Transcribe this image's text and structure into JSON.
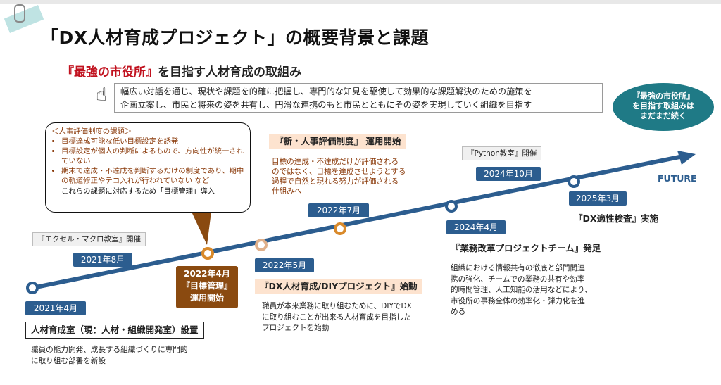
{
  "title": "「DX人材育成プロジェクト」の概要背景と課題",
  "subtitle_red": "『最強の市役所』",
  "subtitle_rest": "を目指す人材育成の取組み",
  "description": [
    "幅広い対話を通じ、現状や課題を的確に把握し、専門的な知見を駆使して効果的な課題解決のための施策を",
    "企画立案し、市民と将来の姿を共有し、円滑な連携のもと市民とともにその姿を実現していく組織を目指す"
  ],
  "bubble": [
    "『最強の市役所』",
    "を目指す取組みは",
    "まだまだ続く"
  ],
  "issues": {
    "heading": "＜人事評価制度の課題＞",
    "items": [
      "目標達成可能な低い目標設定を誘発",
      "目標設定が個人の判断によるもので、方向性が統一されていない",
      "期末で達成・不達成を判断するだけの制度であり、期中の軌道修正やテコ入れが行われていない など"
    ],
    "footer1": "これらの課題に対応するため「目標管理」導入"
  },
  "future_label": "FUTURE",
  "milestones": {
    "m2021_4": {
      "date": "2021年4月",
      "title": "人材育成室（現：人材・組織開発室）設置",
      "desc": [
        "職員の能力開発、成長する組織づくりに専門的",
        "に取り組む部署を新設"
      ]
    },
    "m2021_8": {
      "date": "2021年8月",
      "note": "『エクセル・マクロ教室』開催"
    },
    "m2022_4": {
      "date": "2022年4月",
      "title1": "『目標管理』",
      "title2": "運用開始"
    },
    "m2022_5": {
      "date": "2022年5月",
      "title": "『DX人材育成/DIYプロジェクト』始動",
      "desc": [
        "職員が本来業務に取り組むために、DIYでDX",
        "に取り組むことが出来る人材育成を目指した",
        "プロジェクトを始動"
      ]
    },
    "m2022_7": {
      "date": "2022年7月",
      "title": "『新・人事評価制度』 運用開始",
      "desc": [
        "目標の達成・不達成だけが評価される",
        "のではなく、目標を達成させようとする",
        "過程で自然と現れる努力が評価される",
        "仕組みへ"
      ]
    },
    "m2024_4": {
      "date": "2024年4月",
      "title": "『業務改革プロジェクトチーム』発足",
      "desc": [
        "組織における情報共有の徹底と部門間連",
        "携の強化、チームでの業務の共有や効率",
        "的時間管理、人工知能の活用などにより、",
        "市役所の事務全体の効率化・弾力化を進",
        "める"
      ]
    },
    "m2024_10": {
      "date": "2024年10月",
      "note": "『Python教室』開催"
    },
    "m2025_3": {
      "date": "2025年3月",
      "title": "『DX適性検査』実施"
    }
  },
  "colors": {
    "timeline": "#2c5d8f",
    "accent_red": "#c1121f",
    "brown": "#8a4a10",
    "teal": "#1f7a86"
  }
}
